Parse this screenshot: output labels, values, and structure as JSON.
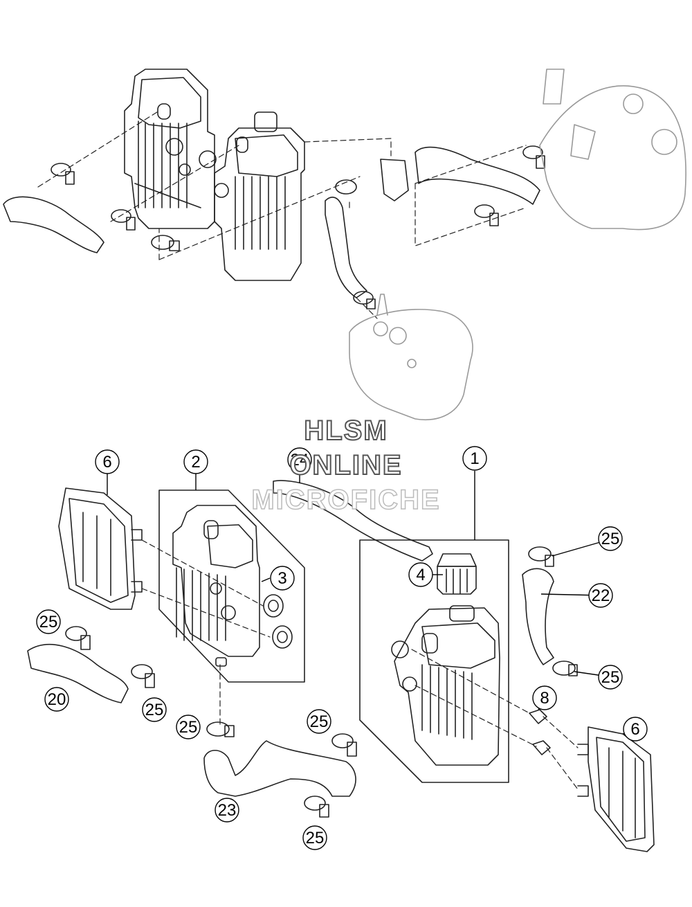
{
  "watermark": {
    "line1": "HLSM",
    "line2": "ONLINE",
    "line3": "MICROFICHE"
  },
  "callouts": [
    {
      "id": "c1",
      "label": "1"
    },
    {
      "id": "c2",
      "label": "2"
    },
    {
      "id": "c3",
      "label": "3"
    },
    {
      "id": "c4",
      "label": "4"
    },
    {
      "id": "c6a",
      "label": "6"
    },
    {
      "id": "c6b",
      "label": "6"
    },
    {
      "id": "c8",
      "label": "8"
    },
    {
      "id": "c20",
      "label": "20"
    },
    {
      "id": "c22",
      "label": "22"
    },
    {
      "id": "c23",
      "label": "23"
    },
    {
      "id": "c24",
      "label": "24"
    },
    {
      "id": "c25a",
      "label": "25"
    },
    {
      "id": "c25b",
      "label": "25"
    },
    {
      "id": "c25c",
      "label": "25"
    },
    {
      "id": "c25d",
      "label": "25"
    },
    {
      "id": "c25e",
      "label": "25"
    },
    {
      "id": "c25f",
      "label": "25"
    },
    {
      "id": "c25g",
      "label": "25"
    }
  ]
}
